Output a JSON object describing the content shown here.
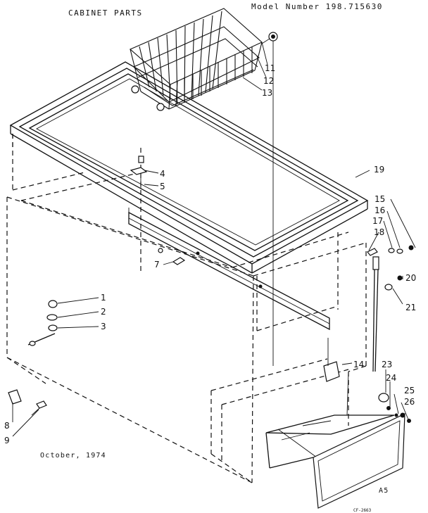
{
  "header": {
    "title": "CABINET PARTS",
    "model": "Model Number 198.715630"
  },
  "footer": {
    "date": "October, 1974",
    "sheet": "A5",
    "code": "CF-2663"
  },
  "callouts": [
    "1",
    "2",
    "3",
    "4",
    "5",
    "7",
    "8",
    "9",
    "11",
    "12",
    "13",
    "14",
    "15",
    "16",
    "17",
    "18",
    "19",
    "20",
    "21",
    "23",
    "24",
    "25",
    "26"
  ]
}
